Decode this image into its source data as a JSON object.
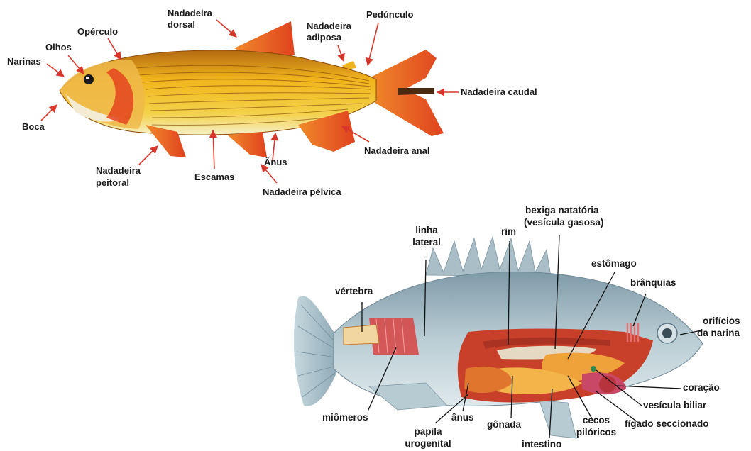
{
  "external_diagram": {
    "labels": {
      "narinas": "Narinas",
      "olhos": "Olhos",
      "operculo": "Opérculo",
      "dorsal_1": "Nadadeira",
      "dorsal_2": "dorsal",
      "adiposa_1": "Nadadeira",
      "adiposa_2": "adiposa",
      "peduncle": "Pedúnculo",
      "caudal": "Nadadeira caudal",
      "boca": "Boca",
      "peitoral_1": "Nadadeira",
      "peitoral_2": "peitoral",
      "escamas": "Escamas",
      "anus": "Ânus",
      "pelvica": "Nadadeira pélvica",
      "anal": "Nadadeira anal"
    }
  },
  "internal_diagram": {
    "labels": {
      "linha_1": "linha",
      "linha_2": "lateral",
      "rim": "rim",
      "bexiga_1": "bexiga  natatória",
      "bexiga_2": "(vesícula gasosa)",
      "estomago": "estômago",
      "branquias": "brânquias",
      "vertebra": "vértebra",
      "orificios_1": "orifícios",
      "orificios_2": "da narina",
      "coracao": "coração",
      "vesicula": "vesícula biliar",
      "figado": "fígado seccionado",
      "miomeros": "miômeros",
      "anus": "ânus",
      "papila_1": "papila",
      "papila_2": "urogenital",
      "gonada": "gônada",
      "cecos_1": "cecos",
      "cecos_2": "pilóricos",
      "intestino": "intestino"
    }
  },
  "colors": {
    "arrow": "#d9362b",
    "leader": "#111111",
    "fish1_body": "#e8a21a",
    "fish1_fin": "#e8542a",
    "fish2_body": "#9fb7c1",
    "fish2_organ": "#e0663a"
  }
}
